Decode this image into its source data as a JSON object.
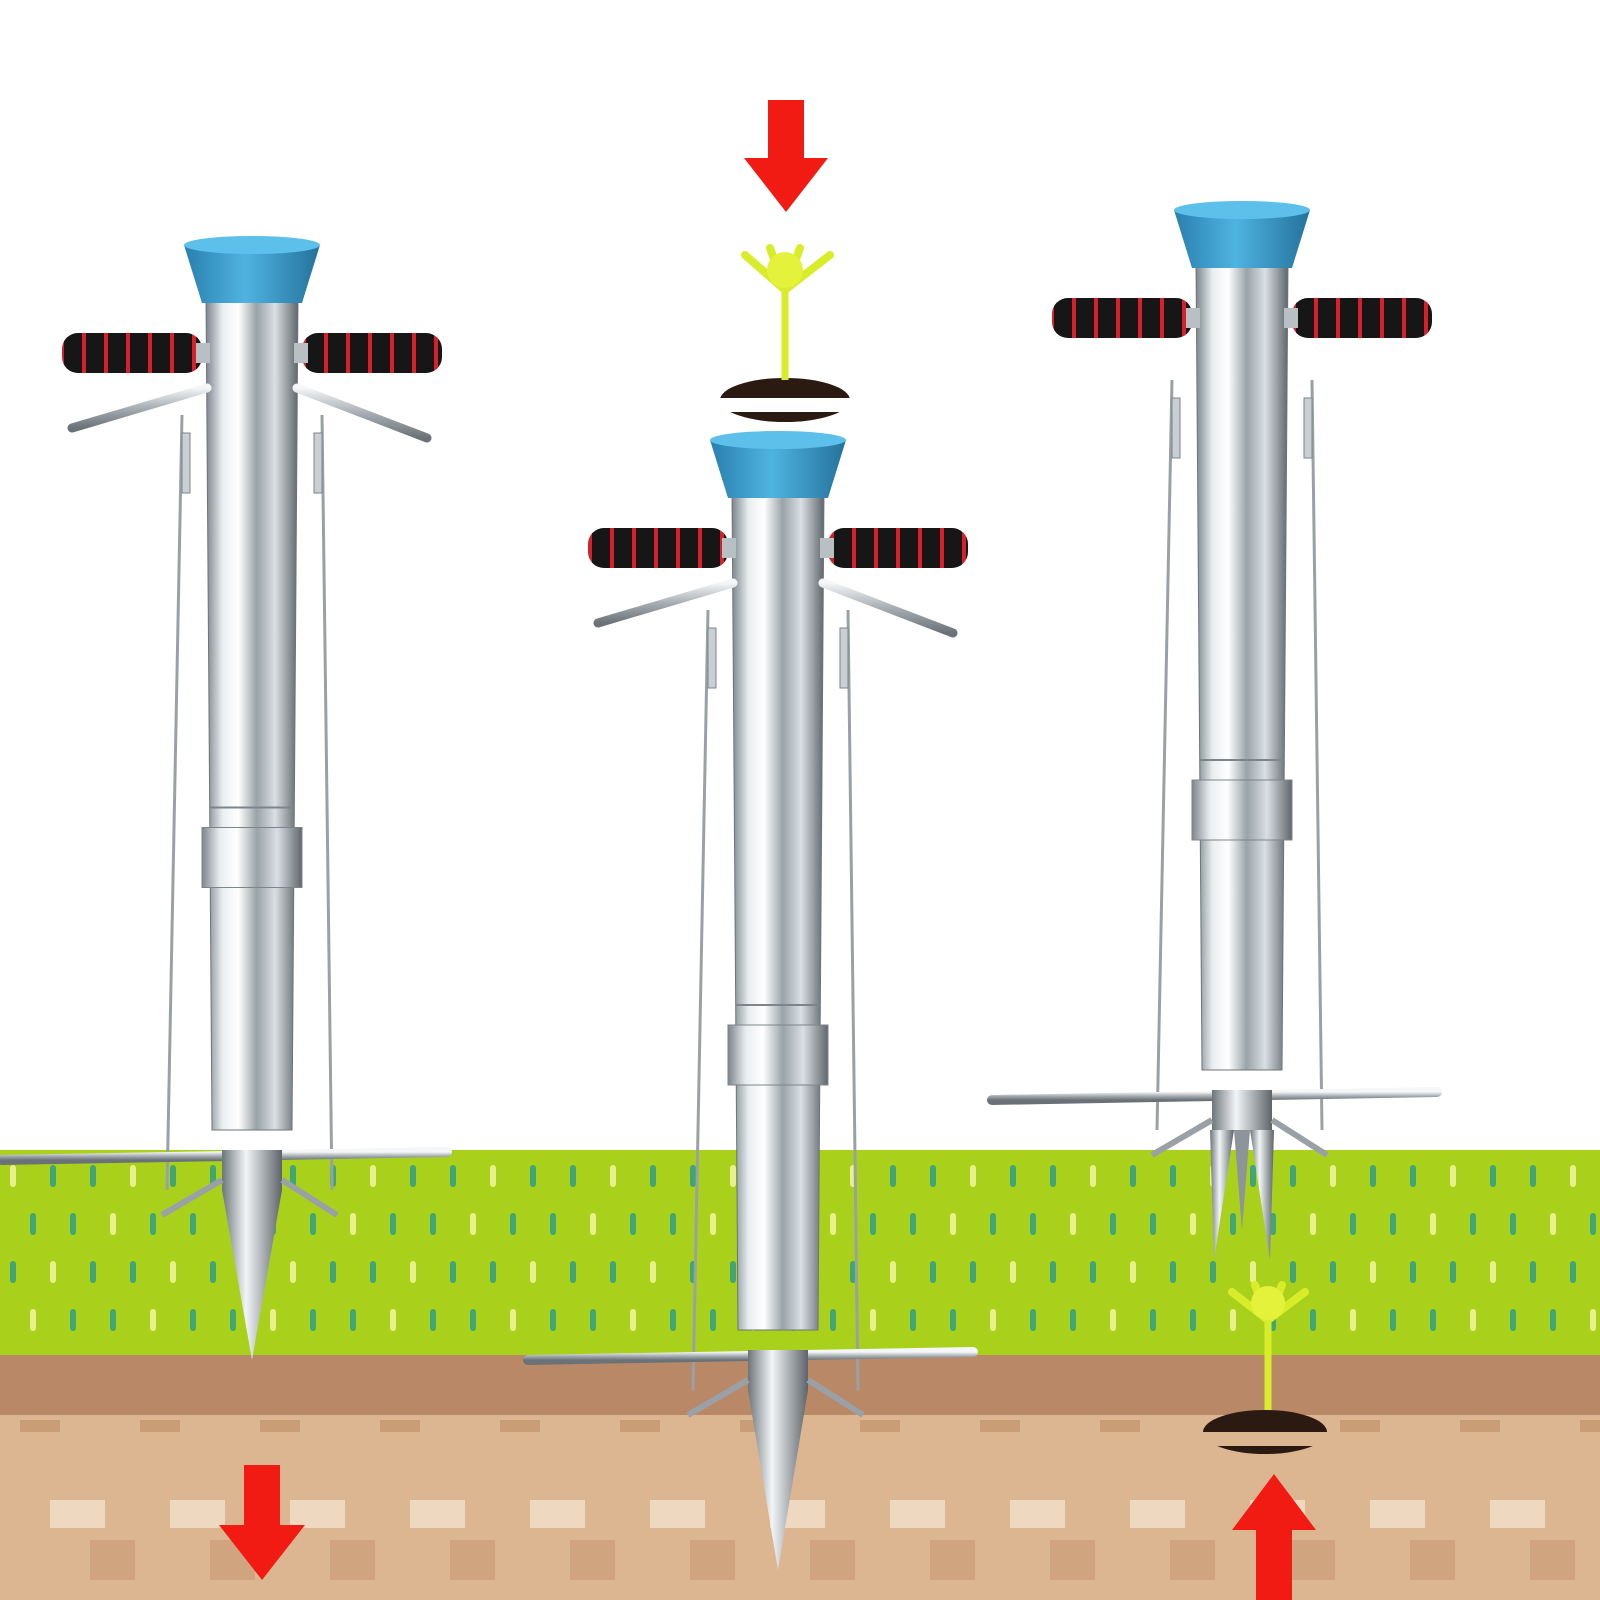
{
  "scene": {
    "description_label": "",
    "colors": {
      "sky": "#ffffff",
      "grass": "#a9d11c",
      "grass_edge": "#8fbf14",
      "grass_dash_dark": "#2f9f82",
      "grass_dash_light": "#f4f7a0",
      "topsoil": "#b98867",
      "subsoil": "#dcb690",
      "soil_block": "#c99d76",
      "soil_block_light": "#f3e2cc",
      "arrow": "#f11b14",
      "cup": "#3b97c7",
      "grip": "#1a1a1a",
      "grip_ring": "#d8202a",
      "seedling": "#d9ec2a",
      "dirt": "#2a1a12"
    },
    "tools": [
      {
        "name": "planter-left",
        "state": "inserted"
      },
      {
        "name": "planter-middle",
        "state": "deep-inserted"
      },
      {
        "name": "planter-right",
        "state": "lifted-open"
      }
    ],
    "arrows": [
      {
        "name": "arrow-top-down",
        "direction": "down"
      },
      {
        "name": "arrow-bottom-left-down",
        "direction": "down"
      },
      {
        "name": "arrow-bottom-right-up",
        "direction": "up"
      }
    ],
    "seedlings": [
      {
        "name": "seedling-top"
      },
      {
        "name": "seedling-planted"
      }
    ]
  }
}
